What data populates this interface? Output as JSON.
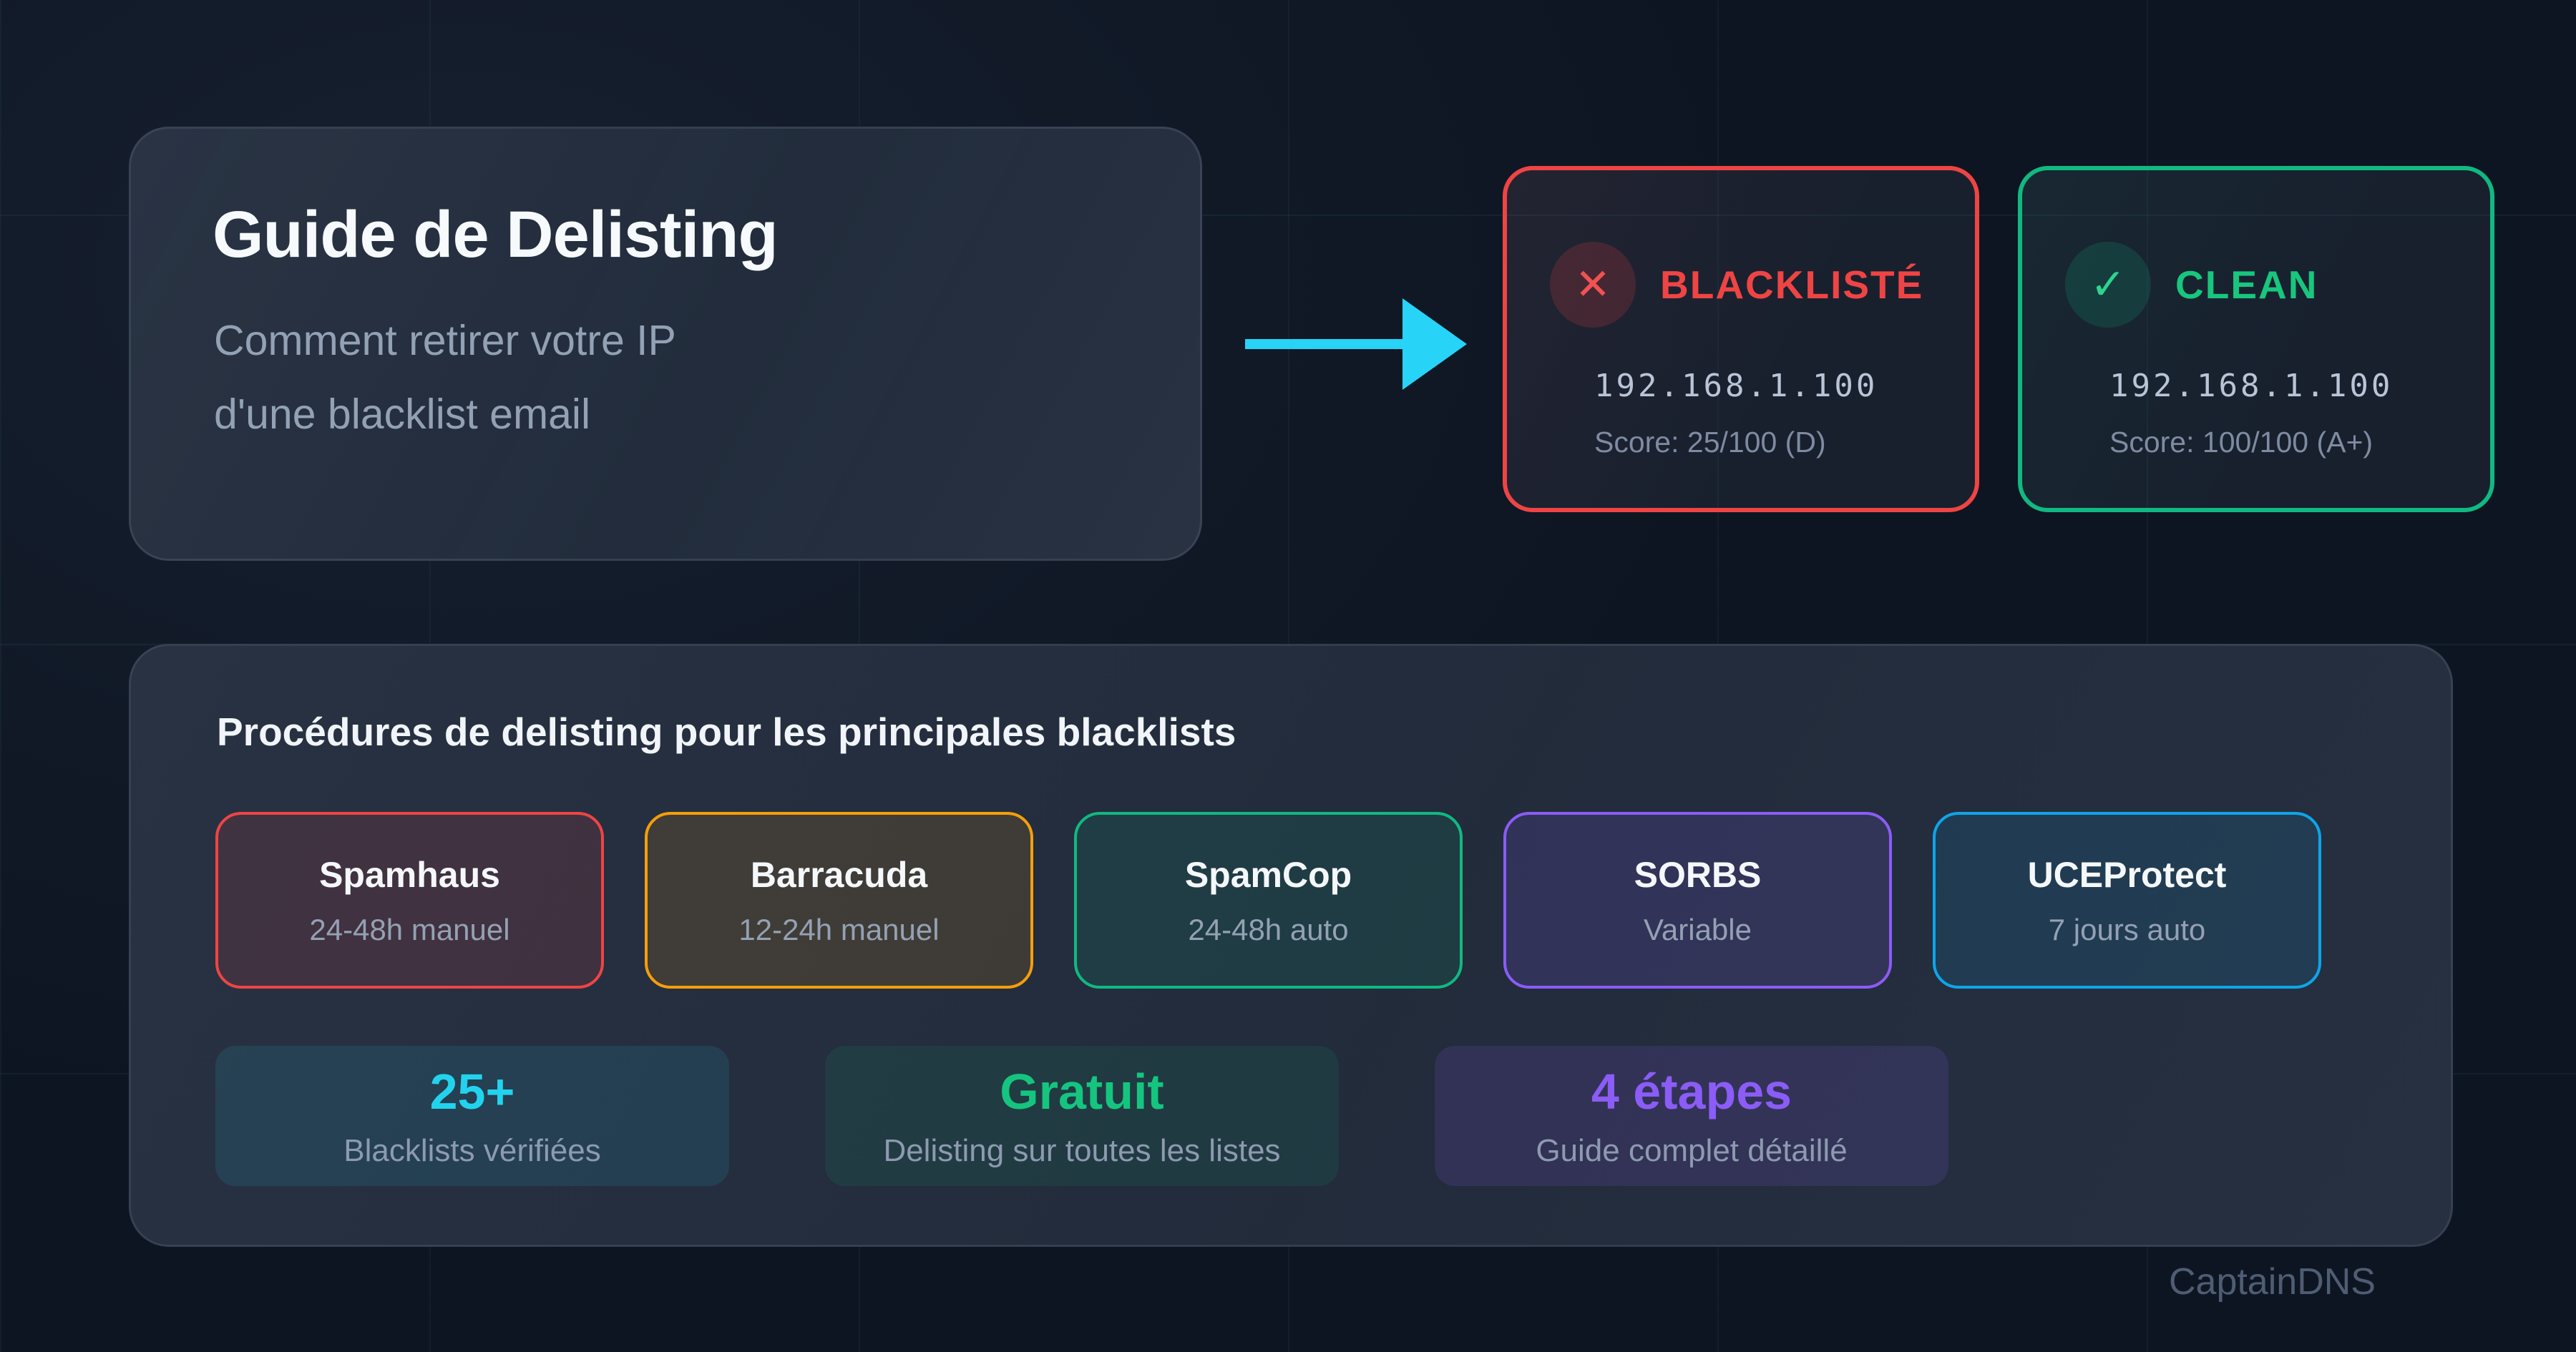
{
  "colors": {
    "background": "#111927",
    "accent_cyan": "#22d3ee",
    "status_red": "#ef4444",
    "status_green": "#10b981",
    "accent_amber": "#f59e0b",
    "accent_purple": "#8b5cf6",
    "accent_blue": "#0ea5e9"
  },
  "hero": {
    "title": "Guide de Delisting",
    "subtitle_line1": "Comment retirer votre IP",
    "subtitle_line2": "d'une blacklist email"
  },
  "comparison": {
    "blacklisted": {
      "icon": "x-icon",
      "glyph": "✕",
      "label": "BLACKLISTÉ",
      "ip": "192.168.1.100",
      "score": "Score: 25/100 (D)",
      "color": "#ef4444"
    },
    "clean": {
      "icon": "check-icon",
      "glyph": "✓",
      "label": "CLEAN",
      "ip": "192.168.1.100",
      "score": "Score: 100/100 (A+)",
      "color": "#10b981"
    }
  },
  "procedures": {
    "heading": "Procédures de delisting pour les principales blacklists",
    "blacklists": [
      {
        "name": "Spamhaus",
        "delay": "24-48h manuel",
        "color": "#ef4444"
      },
      {
        "name": "Barracuda",
        "delay": "12-24h manuel",
        "color": "#f59e0b"
      },
      {
        "name": "SpamCop",
        "delay": "24-48h auto",
        "color": "#10b981"
      },
      {
        "name": "SORBS",
        "delay": "Variable",
        "color": "#8b5cf6"
      },
      {
        "name": "UCEProtect",
        "delay": "7 jours auto",
        "color": "#0ea5e9"
      }
    ],
    "stats": [
      {
        "value": "25+",
        "label": "Blacklists vérifiées",
        "color": "#22d3ee"
      },
      {
        "value": "Gratuit",
        "label": "Delisting sur toutes les listes",
        "color": "#10b981"
      },
      {
        "value": "4 étapes",
        "label": "Guide complet détaillé",
        "color": "#8b5cf6"
      }
    ]
  },
  "footer": {
    "brand": "CaptainDNS"
  }
}
